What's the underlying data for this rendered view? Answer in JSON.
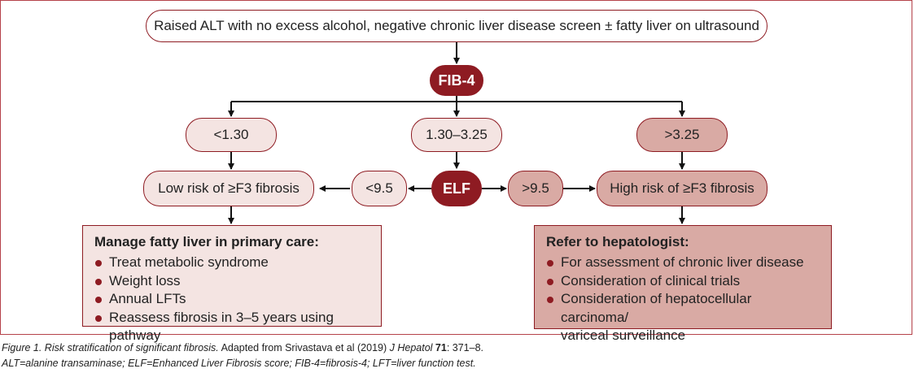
{
  "top": {
    "text": "Raised ALT with no excess alcohol, negative chronic liver disease screen ± fatty liver on ultrasound"
  },
  "fib4": {
    "label": "FIB-4"
  },
  "branches": {
    "low": "<1.30",
    "mid": "1.30–3.25",
    "high": ">3.25"
  },
  "elf": {
    "label": "ELF",
    "low": "<9.5",
    "high": ">9.5"
  },
  "risk": {
    "low": "Low risk of ≥F3 fibrosis",
    "high": "High risk of ≥F3 fibrosis"
  },
  "primary_care": {
    "title": "Manage fatty liver in primary care:",
    "items": [
      "Treat metabolic syndrome",
      "Weight loss",
      "Annual LFTs",
      "Reassess fibrosis in 3–5 years using pathway"
    ]
  },
  "hepatologist": {
    "title": "Refer to hepatologist:",
    "items": [
      "For assessment of chronic liver disease",
      "Consideration of clinical trials",
      "Consideration of hepatocellular carcinoma/",
      "variceal surveillance"
    ]
  },
  "caption": {
    "line1_italic": "Figure 1. Risk stratification of significant fibrosis.",
    "line1_plain": " Adapted from Srivastava et al (2019) ",
    "line1_journal": "J Hepatol",
    "line1_volume": " 71",
    "line1_pages": ": 371–8.",
    "line2": "ALT=alanine transaminase; ELF=Enhanced Liver Fibrosis score; FIB-4=fibrosis-4; LFT=liver function test."
  }
}
